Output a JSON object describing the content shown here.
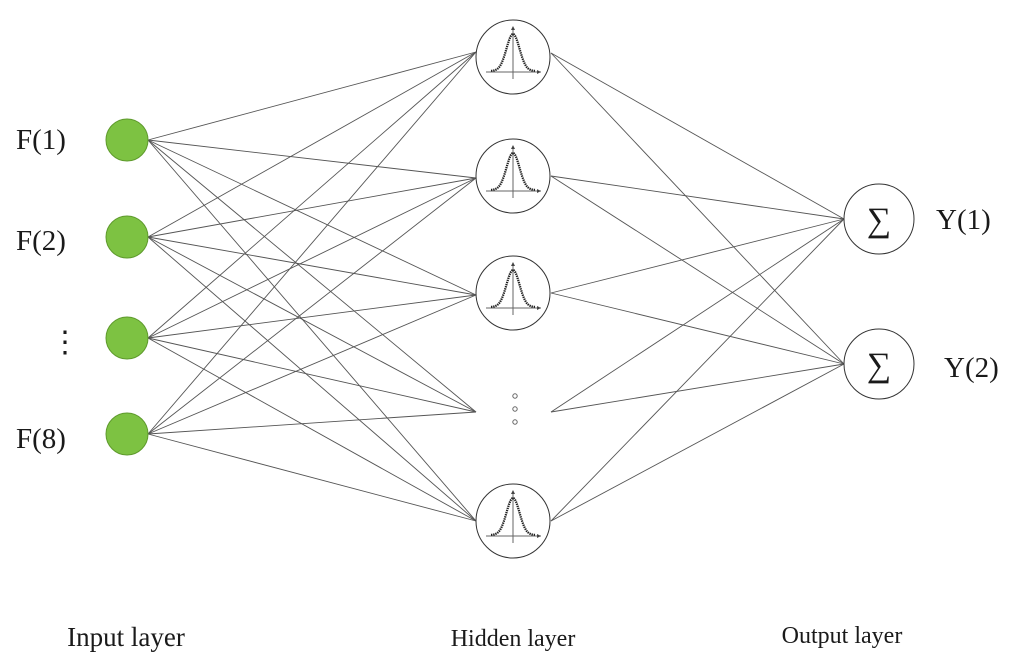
{
  "colors": {
    "input_node": "#7dc242",
    "input_node_stroke": "#5e9a2c",
    "edge": "#555555"
  },
  "input_layer": {
    "title": "Input layer",
    "nodes": [
      {
        "label": "F(1)"
      },
      {
        "label": "F(2)"
      },
      {
        "label": "⋮"
      },
      {
        "label": "F(8)"
      }
    ]
  },
  "hidden_layer": {
    "title": "Hidden layer",
    "node_icon": "gaussian-curve-icon",
    "nodes_shown": 4,
    "ellipsis": "ellipsis-dots"
  },
  "output_layer": {
    "title": "Output layer",
    "nodes": [
      {
        "symbol": "∑",
        "label": "Y(1)"
      },
      {
        "symbol": "∑",
        "label": "Y(2)"
      }
    ]
  }
}
